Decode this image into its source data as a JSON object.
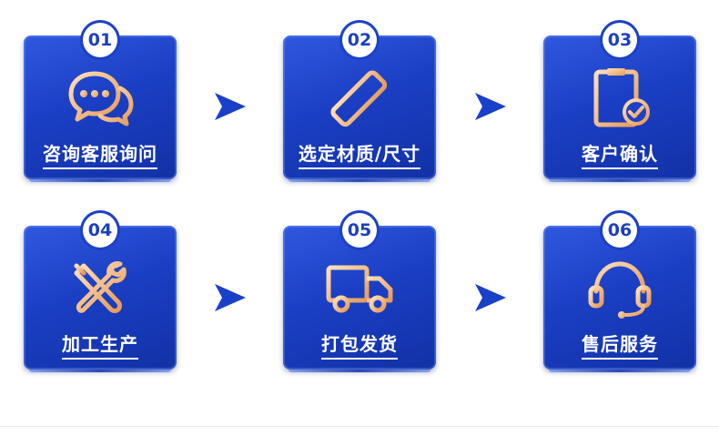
{
  "steps": [
    {
      "number": "01",
      "label": "咨询客服询问",
      "icon": "chat-bubbles-icon"
    },
    {
      "number": "02",
      "label": "选定材质/尺寸",
      "icon": "ruler-icon"
    },
    {
      "number": "03",
      "label": "客户确认",
      "icon": "clipboard-check-icon"
    },
    {
      "number": "04",
      "label": "加工生产",
      "icon": "wrench-screwdriver-icon"
    },
    {
      "number": "05",
      "label": "打包发货",
      "icon": "delivery-truck-icon"
    },
    {
      "number": "06",
      "label": "售后服务",
      "icon": "headset-icon"
    }
  ],
  "colors": {
    "card_blue": "#1d40c6",
    "icon_gold": "#f0b27a",
    "arrow_blue": "#1a3fc8"
  }
}
